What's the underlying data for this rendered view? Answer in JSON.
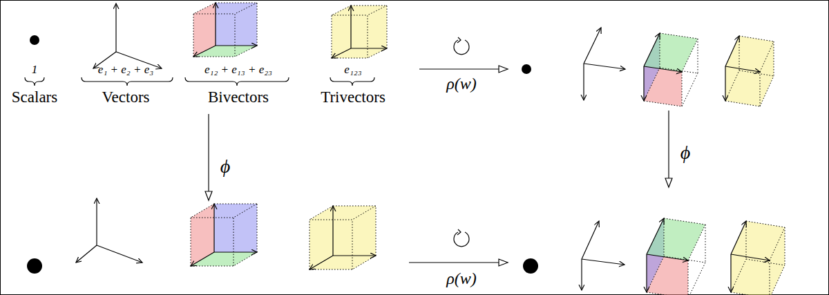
{
  "diagram": {
    "labels": [
      "1",
      "e₁ + e₂ + e₃",
      "e₁₂ + e₁₃ + e₂₃",
      "e₁₂₃",
      "Scalars",
      "Vectors",
      "Bivectors",
      "Trivectors",
      "ρ(w)",
      "ϕ",
      "ϕ",
      "ρ(w)"
    ]
  }
}
